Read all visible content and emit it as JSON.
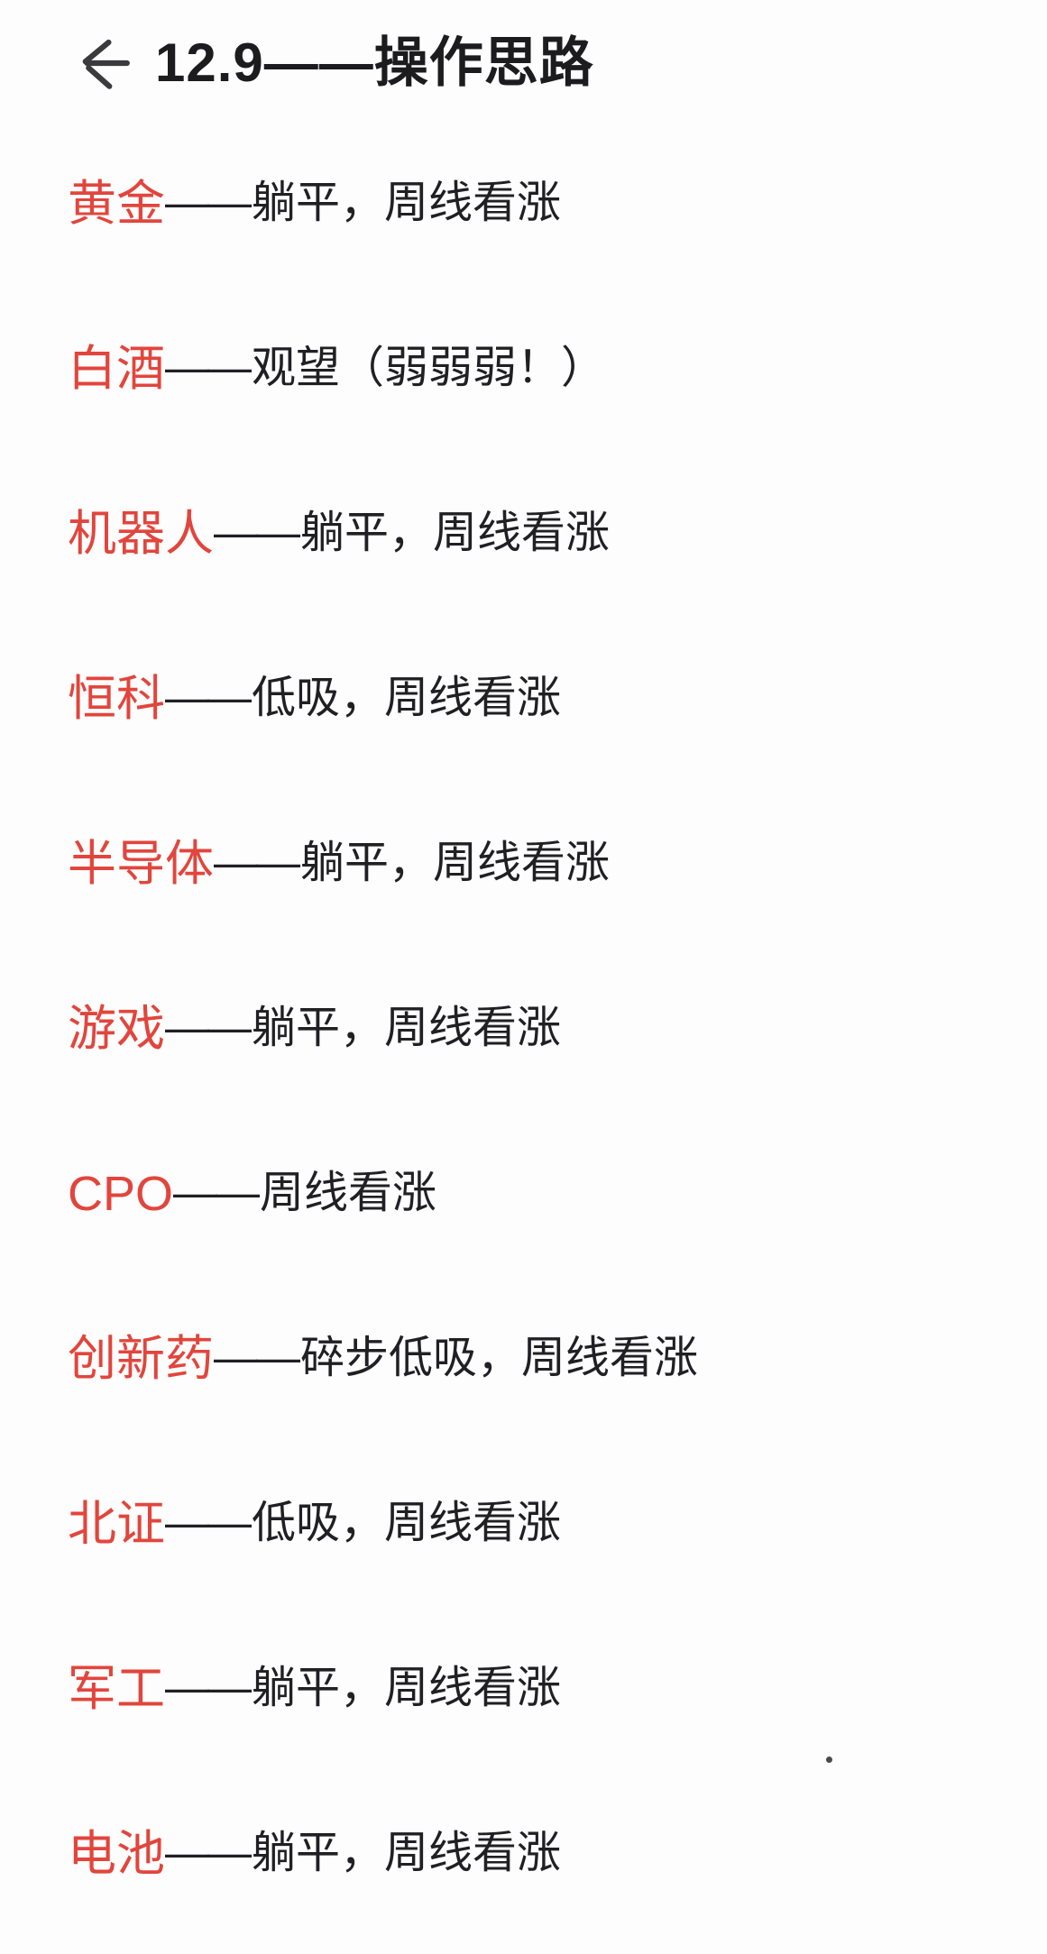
{
  "header": {
    "back_icon": "arrow-left",
    "title": "12.9——操作思路"
  },
  "colors": {
    "accent_red": "#e2453c",
    "text_black": "#202024",
    "icon_gray": "#3b3b3d",
    "background": "#fdfdfd"
  },
  "items": [
    {
      "label": "黄金",
      "dash": "——",
      "desc": "躺平，周线看涨"
    },
    {
      "label": "白酒",
      "dash": "——",
      "desc": "观望（弱弱弱！）"
    },
    {
      "label": "机器人",
      "dash": "——",
      "desc": "躺平，周线看涨"
    },
    {
      "label": "恒科",
      "dash": "——",
      "desc": "低吸，周线看涨"
    },
    {
      "label": "半导体",
      "dash": "——",
      "desc": "躺平，周线看涨"
    },
    {
      "label": "游戏",
      "dash": "——",
      "desc": "躺平，周线看涨"
    },
    {
      "label": "CPO",
      "dash": "——",
      "desc": "周线看涨"
    },
    {
      "label": "创新药",
      "dash": "——",
      "desc": "碎步低吸，周线看涨"
    },
    {
      "label": "北证",
      "dash": "——",
      "desc": "低吸，周线看涨"
    },
    {
      "label": "军工",
      "dash": "——",
      "desc": "躺平，周线看涨"
    },
    {
      "label": "电池",
      "dash": "——",
      "desc": "躺平，周线看涨"
    }
  ]
}
